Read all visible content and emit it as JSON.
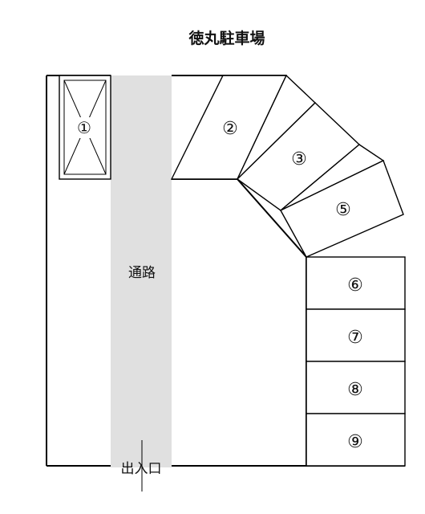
{
  "title": "徳丸駐車場",
  "aisle_label": "通路",
  "entrance_label": "出入口",
  "aisle_color": "#e0e0e0",
  "spaces": [
    {
      "id": "1",
      "label": "①",
      "status": "unavailable"
    },
    {
      "id": "2",
      "label": "②"
    },
    {
      "id": "3",
      "label": "③"
    },
    {
      "id": "5",
      "label": "⑤"
    },
    {
      "id": "6",
      "label": "⑥"
    },
    {
      "id": "7",
      "label": "⑦"
    },
    {
      "id": "8",
      "label": "⑧"
    },
    {
      "id": "9",
      "label": "⑨"
    }
  ]
}
